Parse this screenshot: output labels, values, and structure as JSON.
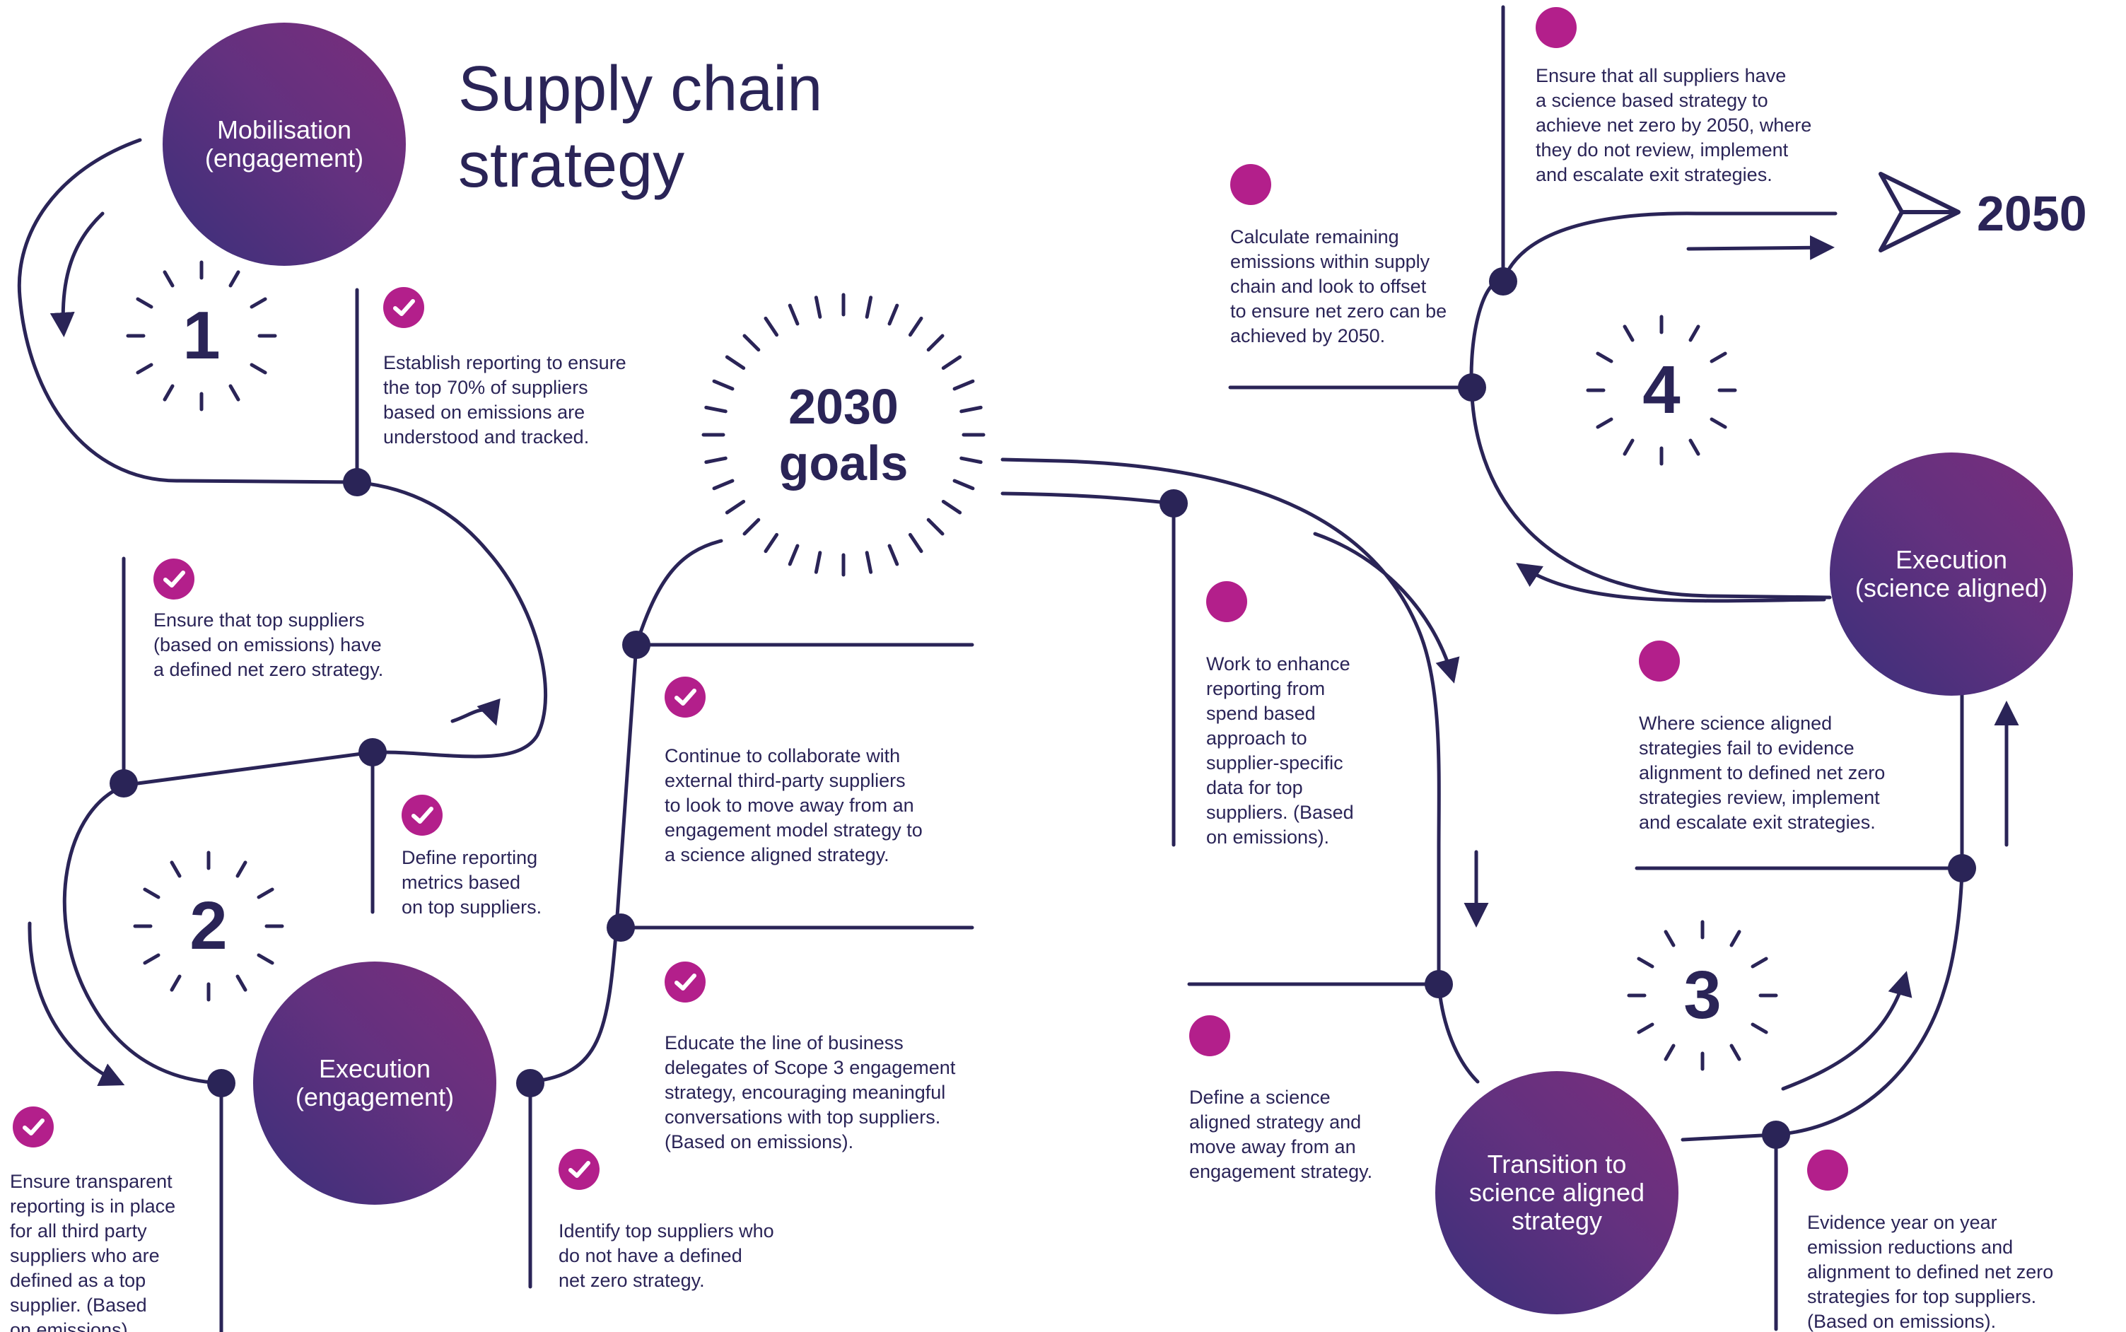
{
  "title": {
    "line1": "Supply chain",
    "line2": "strategy"
  },
  "stages": {
    "mobilisation": {
      "line1": "Mobilisation",
      "line2": "(engagement)"
    },
    "execution_engagement": {
      "line1": "Execution",
      "line2": "(engagement)"
    },
    "transition": {
      "line1": "Transition to",
      "line2": "science aligned",
      "line3": "strategy"
    },
    "execution_science": {
      "line1": "Execution",
      "line2": "(science aligned)"
    }
  },
  "steps": {
    "one": "1",
    "two": "2",
    "three": "3",
    "four": "4"
  },
  "goals": {
    "line1": "2030",
    "line2": "goals"
  },
  "final_year": "2050",
  "items": {
    "top70": {
      "status": "done",
      "lines": [
        "Establish reporting to ensure",
        "the top 70% of suppliers",
        "based on emissions are",
        "understood and tracked."
      ]
    },
    "net_zero_defined": {
      "status": "done",
      "lines": [
        "Ensure that top suppliers",
        "(based on emissions) have",
        "a defined net zero strategy."
      ]
    },
    "reporting_metrics": {
      "status": "done",
      "lines": [
        "Define reporting",
        "metrics based",
        "on top suppliers."
      ]
    },
    "transparent": {
      "status": "done",
      "lines": [
        "Ensure transparent",
        "reporting is in place",
        "for all third party",
        "suppliers who are",
        "defined as a top",
        "supplier. (Based",
        "on emissions)."
      ]
    },
    "collaborate": {
      "status": "done",
      "lines": [
        "Continue to collaborate with",
        "external third-party suppliers",
        "to look to move away from an",
        "engagement model strategy to",
        "a science aligned strategy."
      ]
    },
    "educate": {
      "status": "done",
      "lines": [
        "Educate the line of business",
        "delegates of Scope 3 engagement",
        "strategy, encouraging meaningful",
        "conversations with top suppliers.",
        "(Based on emissions)."
      ]
    },
    "identify": {
      "status": "done",
      "lines": [
        "Identify top suppliers who",
        "do not have a defined",
        "net zero strategy."
      ]
    },
    "enhance": {
      "status": "pending",
      "lines": [
        "Work to enhance",
        "reporting from",
        "spend based",
        "approach to",
        "supplier-specific",
        "data for top",
        "suppliers. (Based",
        "on emissions)."
      ]
    },
    "define_science": {
      "status": "pending",
      "lines": [
        "Define a science",
        "aligned strategy and",
        "move away from an",
        "engagement strategy."
      ]
    },
    "evidence": {
      "status": "pending",
      "lines": [
        "Evidence year on year",
        "emission reductions and",
        "alignment to defined net zero",
        "strategies for top suppliers.",
        "(Based on emissions)."
      ]
    },
    "fail_review": {
      "status": "pending",
      "lines": [
        "Where science aligned",
        "strategies fail to evidence",
        "alignment to defined net zero",
        "strategies review, implement",
        "and escalate exit strategies."
      ]
    },
    "offset": {
      "status": "pending",
      "lines": [
        "Calculate remaining",
        "emissions within supply",
        "chain and look to offset",
        "to ensure net zero can be",
        "achieved by 2050."
      ]
    },
    "all_suppliers": {
      "status": "pending",
      "lines": [
        "Ensure that all suppliers have",
        "a science based strategy to",
        "achieve net zero by 2050, where",
        "they do not review, implement",
        "and escalate exit strategies."
      ]
    }
  },
  "colors": {
    "navy": "#2a2457",
    "magenta": "#b31f8b",
    "purple": "#63317f"
  },
  "icons": {
    "done": "check-icon",
    "pending": "dot-icon",
    "final": "paper-plane-icon"
  }
}
